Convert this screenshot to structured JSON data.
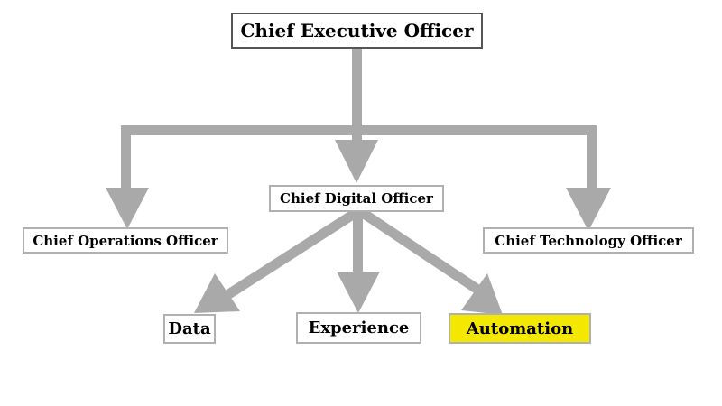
{
  "nodes": {
    "ceo": "Chief Executive Officer",
    "cdo": "Chief Digital Officer",
    "coo": "Chief Operations Officer",
    "cto": "Chief Technology Officer",
    "data": "Data",
    "experience": "Experience",
    "automation": "Automation"
  },
  "colors": {
    "connector": "#a9a9a9",
    "highlight": "#f4e800",
    "node_background": "#ffffff"
  },
  "highlighted_node": "automation",
  "edges": [
    {
      "from": "ceo",
      "to": "coo"
    },
    {
      "from": "ceo",
      "to": "cdo"
    },
    {
      "from": "ceo",
      "to": "cto"
    },
    {
      "from": "cdo",
      "to": "data"
    },
    {
      "from": "cdo",
      "to": "experience"
    },
    {
      "from": "cdo",
      "to": "automation"
    }
  ]
}
